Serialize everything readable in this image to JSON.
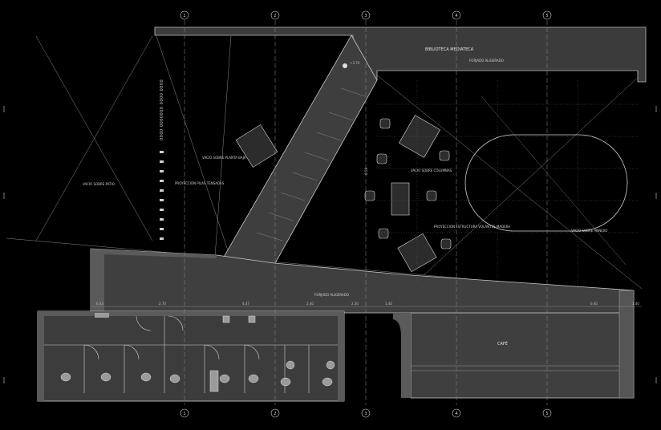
{
  "colors": {
    "background": "#000000",
    "floor": "#3d3d3d",
    "wall": "#595959",
    "line": "#bdbdbd",
    "grid": "#9a9a9a"
  },
  "grid_axes": [
    "1",
    "2",
    "3",
    "4",
    "5"
  ],
  "rooms": {
    "library": "BIBLIOTECA MEDIATECA",
    "upper_floor_top": "FORJADO ALIGERADO",
    "upper_floor_mid": "FORJADO ALIGERADO",
    "cafe": "CAFÉ"
  },
  "voids": {
    "patio": "VACIO SOBRE PATIO",
    "ground_floor": "VACIO SOBRE PLANTA BAJA",
    "columns": "VACIO SOBRE COLUMNAS",
    "annex": "VACIO SOBRE ANNEXO"
  },
  "projections": {
    "pillars": "PROYECCION PILAS TENSADAS",
    "beams": "PROYECCION ESTRUCTURA VOLANTES MADERA"
  },
  "vertical_label": "0000 0000000 0000 0000",
  "level_mark": "+3.70",
  "small_mark": "6.58",
  "dimensions": [
    "6.43",
    "2.70",
    "4.47",
    "2.40",
    "2.30",
    "1.40",
    "6.40",
    "1.40"
  ]
}
